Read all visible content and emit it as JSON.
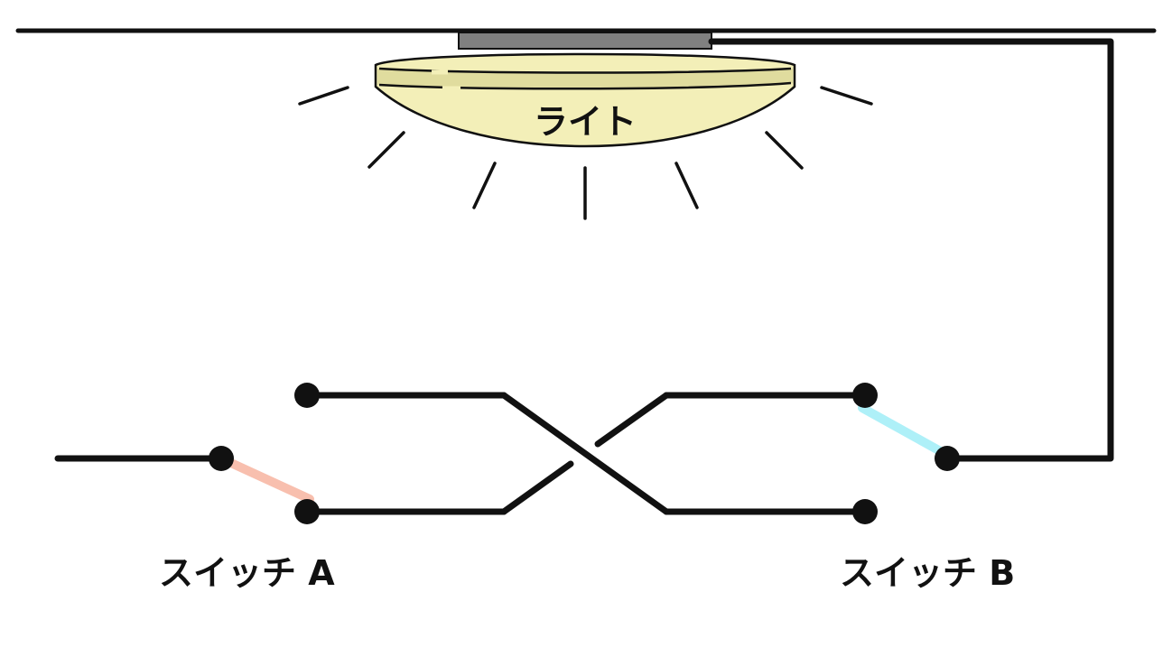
{
  "diagram": {
    "light_label": "ライト",
    "switch_a_label": "スイッチ A",
    "switch_b_label": "スイッチ B"
  },
  "colors": {
    "wire": "#111111",
    "lamp_fill": "#f3efb8",
    "lamp_band": "#e0dc9e",
    "lamp_mount": "#808080",
    "switch_a_lever": "#f8bfae",
    "switch_b_lever": "#aef0f8"
  }
}
